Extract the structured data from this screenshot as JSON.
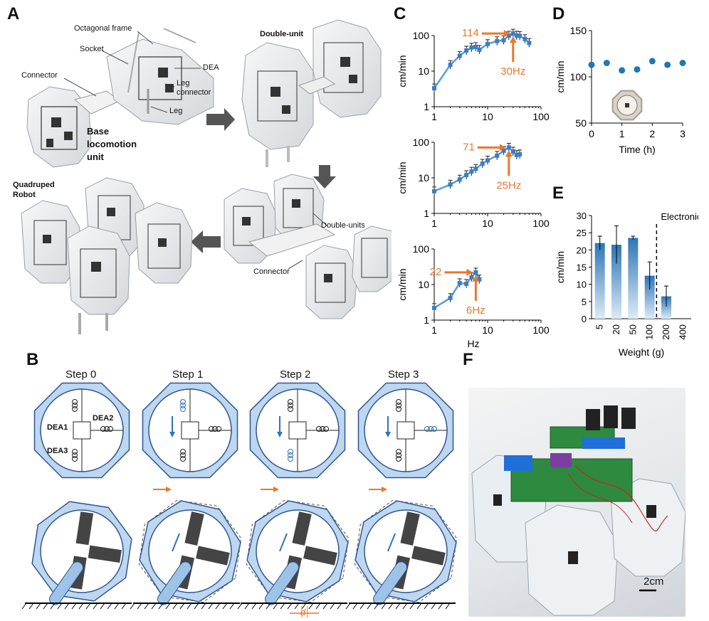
{
  "panels": {
    "a": "A",
    "b": "B",
    "c": "C",
    "d": "D",
    "e": "E",
    "f": "F"
  },
  "panel_a": {
    "labels": {
      "octagonal_frame": "Octagonal frame",
      "socket": "Socket",
      "connector1": "Connector",
      "dea": "DEA",
      "leg_connector": "Leg\nconnector",
      "leg": "Leg",
      "base_unit": "Base\nlocomotion\nunit",
      "double_unit": "Double-unit",
      "quadruped": "Quadruped\nRobot",
      "double_units": "Double-units",
      "connector2": "Connector"
    }
  },
  "panel_b": {
    "steps": [
      "Step 0",
      "Step 1",
      "Step 2",
      "Step 3"
    ],
    "dea_labels": [
      "DEA1",
      "DEA2",
      "DEA3"
    ],
    "d_label": "d"
  },
  "panel_f": {
    "scale_label": "2cm"
  },
  "chart_data": [
    {
      "id": "C-top",
      "type": "line",
      "xscale": "log",
      "yscale": "log",
      "xlim": [
        1,
        100
      ],
      "ylim": [
        1,
        100
      ],
      "x_ticks": [
        "1",
        "10",
        "100"
      ],
      "y_ticks": [
        "1",
        "10",
        "100"
      ],
      "xlabel": "",
      "ylabel": "cm/min",
      "x": [
        1,
        2,
        3,
        4,
        5,
        6,
        7,
        10,
        15,
        20,
        25,
        30,
        35,
        40,
        50,
        60
      ],
      "y": [
        3.3,
        15,
        27,
        38,
        46,
        48,
        40,
        58,
        70,
        74,
        100,
        114,
        100,
        98,
        80,
        62
      ],
      "annotations": {
        "peak_value": "114",
        "peak_freq": "30Hz"
      }
    },
    {
      "id": "C-mid",
      "type": "line",
      "xscale": "log",
      "yscale": "log",
      "xlim": [
        1,
        100
      ],
      "ylim": [
        1,
        100
      ],
      "x_ticks": [
        "1",
        "10",
        "100"
      ],
      "y_ticks": [
        "1",
        "10",
        "100"
      ],
      "xlabel": "",
      "ylabel": "cm/min",
      "x": [
        1,
        2,
        3,
        4,
        5,
        6,
        8,
        10,
        15,
        20,
        25,
        30,
        35,
        40
      ],
      "y": [
        4.2,
        6.5,
        9,
        12,
        15,
        18,
        25,
        31,
        42,
        58,
        71,
        55,
        44,
        46
      ],
      "annotations": {
        "peak_value": "71",
        "peak_freq": "25Hz"
      }
    },
    {
      "id": "C-bottom",
      "type": "line",
      "xscale": "log",
      "yscale": "log",
      "xlim": [
        1,
        100
      ],
      "ylim": [
        1,
        100
      ],
      "x_ticks": [
        "1",
        "10",
        "100"
      ],
      "y_ticks": [
        "1",
        "10",
        "100"
      ],
      "xlabel": "Hz",
      "ylabel": "cm/min",
      "x": [
        1,
        2,
        3,
        4,
        5,
        6,
        7
      ],
      "y": [
        2.2,
        4.2,
        11,
        10.5,
        16,
        22,
        14
      ],
      "annotations": {
        "peak_value": "22",
        "peak_freq": "6Hz"
      }
    },
    {
      "id": "D",
      "type": "scatter",
      "xlim": [
        0,
        3
      ],
      "ylim": [
        50,
        150
      ],
      "x_ticks": [
        "0",
        "1",
        "2",
        "3"
      ],
      "y_ticks": [
        "50",
        "100",
        "150"
      ],
      "xlabel": "Time (h)",
      "ylabel": "cm/min",
      "x": [
        0,
        0.5,
        1,
        1.5,
        2,
        2.5,
        3
      ],
      "y": [
        113,
        115,
        107,
        108,
        117,
        113,
        115
      ]
    },
    {
      "id": "E",
      "type": "bar",
      "categories": [
        "5",
        "20",
        "50",
        "100",
        "200",
        "400"
      ],
      "values": [
        22,
        21.5,
        23.5,
        12.5,
        6.5,
        0
      ],
      "errors": [
        2,
        5.5,
        0.5,
        4,
        3,
        0
      ],
      "ylim": [
        0,
        30
      ],
      "y_ticks": [
        "0",
        "5",
        "10",
        "15",
        "20",
        "25",
        "30"
      ],
      "xlabel": "Weight (g)",
      "ylabel": "cm/min",
      "annotation": "Electronics"
    }
  ],
  "colors": {
    "accent_orange": "#E8782E",
    "series_blue": "#5B9BD5",
    "dot_blue": "#1F77B4",
    "frame_blue": "#BDD7EE",
    "frame_stroke": "#2F5597"
  }
}
